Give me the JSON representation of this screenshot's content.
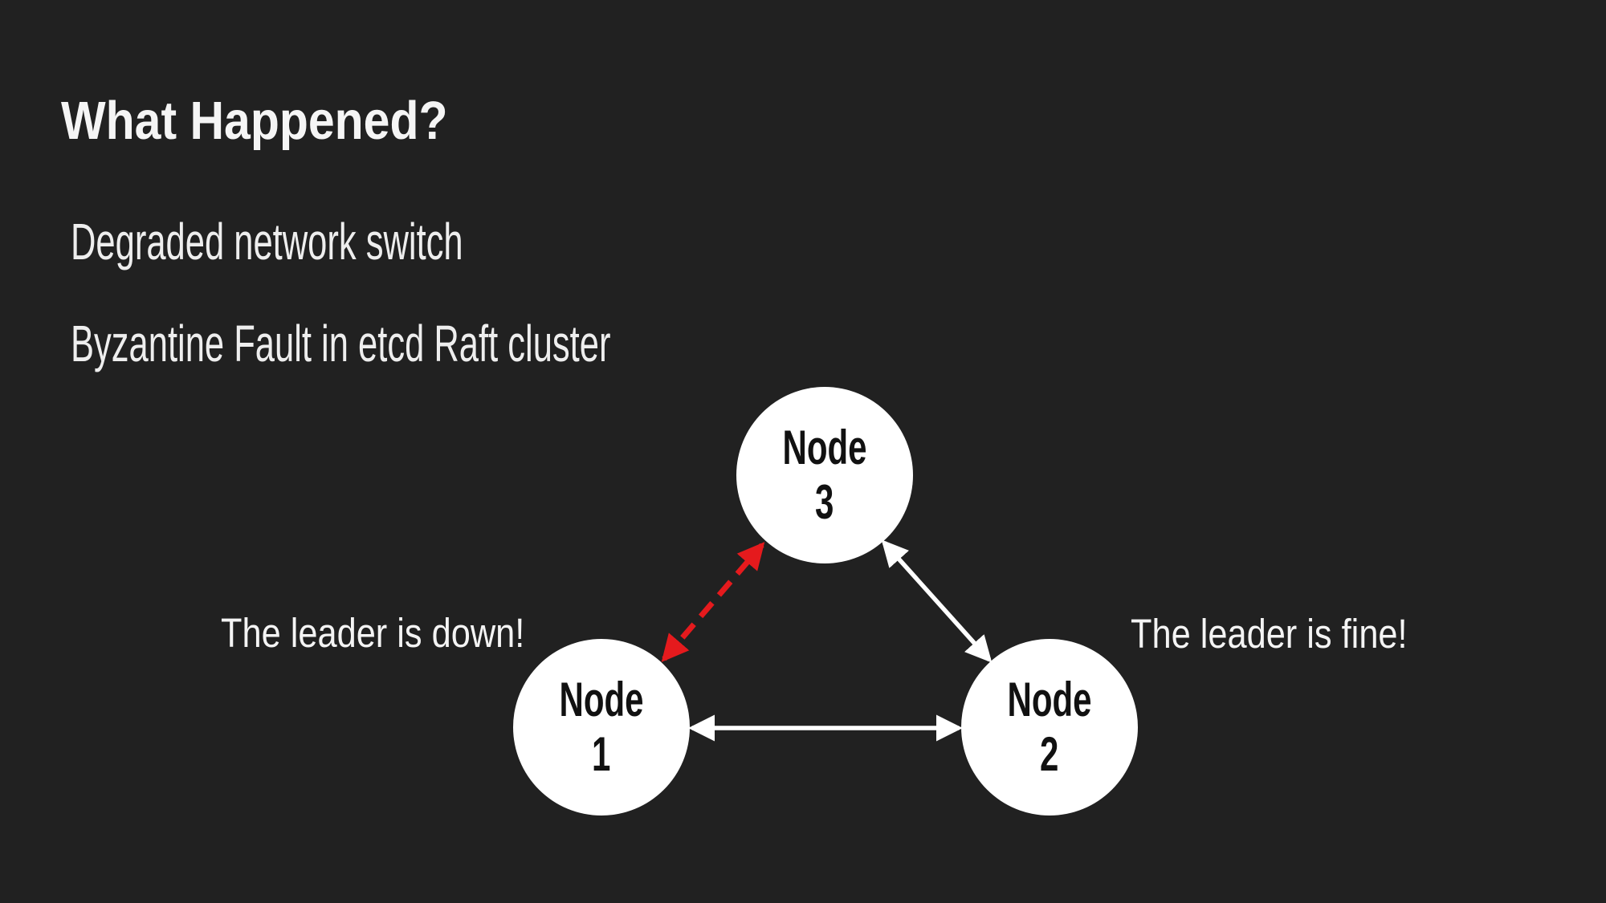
{
  "slide": {
    "title": "What Happened?",
    "bullets": [
      "Degraded network switch",
      "Byzantine Fault in etcd Raft cluster"
    ]
  },
  "diagram": {
    "nodes": [
      {
        "id": "node-1",
        "lines": [
          "Node",
          "1"
        ]
      },
      {
        "id": "node-2",
        "lines": [
          "Node",
          "2"
        ]
      },
      {
        "id": "node-3",
        "lines": [
          "Node",
          "3"
        ]
      }
    ],
    "annotations": {
      "left": "The leader is down!",
      "right": "The leader is fine!"
    },
    "links": [
      {
        "from": "node-1",
        "to": "node-2",
        "style": "solid",
        "bidirectional": true,
        "color": "#ffffff"
      },
      {
        "from": "node-3",
        "to": "node-2",
        "style": "solid",
        "bidirectional": true,
        "color": "#ffffff"
      },
      {
        "from": "node-1",
        "to": "node-3",
        "style": "dashed",
        "bidirectional": true,
        "color": "#e51a1d"
      }
    ]
  },
  "colors": {
    "background": "#212121",
    "text": "#f4f4f4",
    "node_fill": "#ffffff",
    "node_text": "#111111",
    "link_ok": "#ffffff",
    "link_fault": "#e51a1d"
  }
}
